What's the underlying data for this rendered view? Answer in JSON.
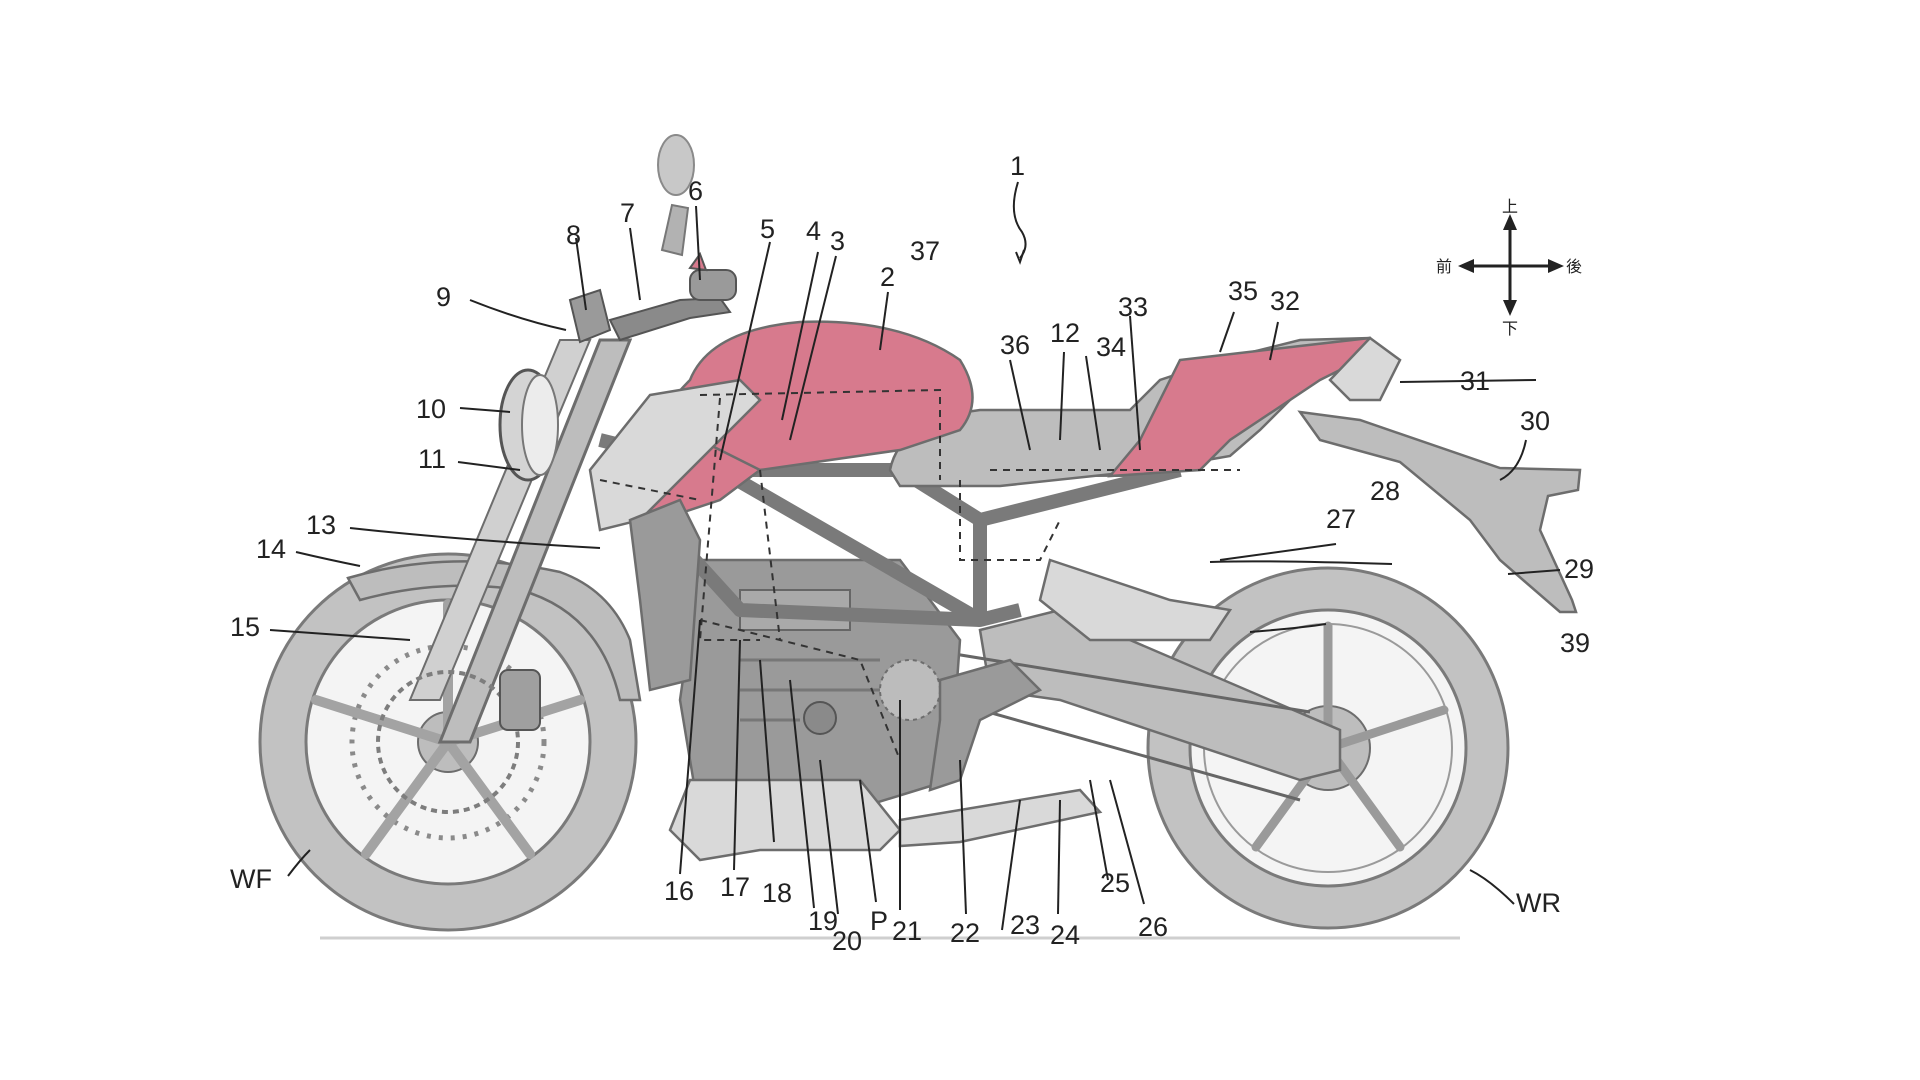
{
  "figure": {
    "colors": {
      "red_parts": "#d77a8d",
      "body_gray": "#bdbdbd",
      "light_gray": "#d9d9d9",
      "line": "#222222"
    },
    "direction_indicator": {
      "up": "上",
      "down": "下",
      "front": "前",
      "rear": "後"
    },
    "labels": [
      {
        "id": "l1",
        "text": "1"
      },
      {
        "id": "l2",
        "text": "2"
      },
      {
        "id": "l3",
        "text": "3"
      },
      {
        "id": "l4",
        "text": "4"
      },
      {
        "id": "l5",
        "text": "5"
      },
      {
        "id": "l6",
        "text": "6"
      },
      {
        "id": "l7",
        "text": "7"
      },
      {
        "id": "l8",
        "text": "8"
      },
      {
        "id": "l9",
        "text": "9"
      },
      {
        "id": "l10",
        "text": "10"
      },
      {
        "id": "l11",
        "text": "11"
      },
      {
        "id": "l12",
        "text": "12"
      },
      {
        "id": "l13",
        "text": "13"
      },
      {
        "id": "l14",
        "text": "14"
      },
      {
        "id": "l15",
        "text": "15"
      },
      {
        "id": "l16",
        "text": "16"
      },
      {
        "id": "l17",
        "text": "17"
      },
      {
        "id": "l18",
        "text": "18"
      },
      {
        "id": "l19",
        "text": "19"
      },
      {
        "id": "l20",
        "text": "20"
      },
      {
        "id": "l21",
        "text": "21"
      },
      {
        "id": "l22",
        "text": "22"
      },
      {
        "id": "l23",
        "text": "23"
      },
      {
        "id": "l24",
        "text": "24"
      },
      {
        "id": "l25",
        "text": "25"
      },
      {
        "id": "l26",
        "text": "26"
      },
      {
        "id": "l27",
        "text": "27"
      },
      {
        "id": "l28",
        "text": "28"
      },
      {
        "id": "l29",
        "text": "29"
      },
      {
        "id": "l30",
        "text": "30"
      },
      {
        "id": "l31",
        "text": "31"
      },
      {
        "id": "l32",
        "text": "32"
      },
      {
        "id": "l33",
        "text": "33"
      },
      {
        "id": "l34",
        "text": "34"
      },
      {
        "id": "l35",
        "text": "35"
      },
      {
        "id": "l36",
        "text": "36"
      },
      {
        "id": "l37",
        "text": "37"
      },
      {
        "id": "l39",
        "text": "39"
      },
      {
        "id": "lP",
        "text": "P"
      },
      {
        "id": "lWF",
        "text": "WF"
      },
      {
        "id": "lWR",
        "text": "WR"
      }
    ]
  }
}
